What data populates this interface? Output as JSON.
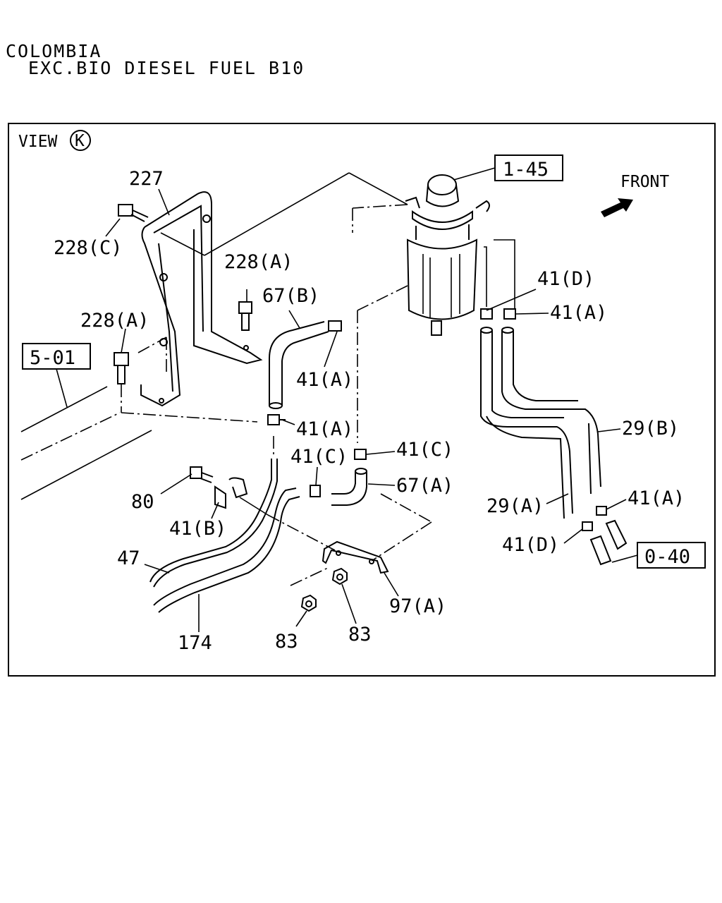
{
  "header": {
    "line1": "COLOMBIA",
    "line2": "EXC.BIO DIESEL FUEL B10"
  },
  "view_label": "VIEW",
  "view_letter": "K",
  "front_label": "FRONT",
  "refs": {
    "r1_45": "1-45",
    "r5_01": "5-01",
    "r0_40": "0-40"
  },
  "callouts": {
    "c227": "227",
    "c228c": "228(C)",
    "c228a_top": "228(A)",
    "c228a_left": "228(A)",
    "c67b": "67(B)",
    "c41a_1": "41(A)",
    "c41a_2": "41(A)",
    "c41a_3": "41(A)",
    "c41a_4": "41(A)",
    "c41d_1": "41(D)",
    "c41d_2": "41(D)",
    "c41c_1": "41(C)",
    "c41c_2": "41(C)",
    "c67a": "67(A)",
    "c29b": "29(B)",
    "c29a": "29(A)",
    "c80": "80",
    "c41b": "41(B)",
    "c47": "47",
    "c174": "174",
    "c83_1": "83",
    "c83_2": "83",
    "c97a": "97(A)"
  }
}
